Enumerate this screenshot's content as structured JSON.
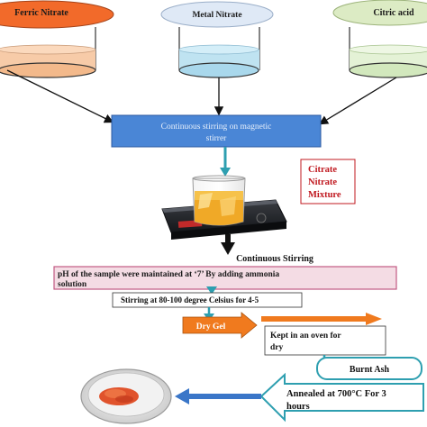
{
  "inputs": [
    {
      "id": "ferric",
      "label": "Ferric Nitrate",
      "color": "#f26a2a",
      "liquid": "#f7cba8"
    },
    {
      "id": "metal",
      "label": "Metal Nitrate",
      "color": "#dfe9f6",
      "liquid": "#bfe3f1"
    },
    {
      "id": "citric",
      "label": "Citric acid",
      "color": "#dcebc4",
      "liquid": "#e4f2d6"
    }
  ],
  "steps": {
    "stirring_box": "Continuous stirring on magnetic stirrer",
    "mixture_label": "Citrate Nitrate Mixture",
    "continuous_stirring": "Continuous Stirring",
    "ph_text": "pH of the sample were maintained at ‘7’ By adding ammonia solution",
    "stirring_temp": "Stirring at 80-100 degree Celsius for 4-5",
    "dry_gel": "Dry Gel",
    "oven": "Kept in an oven for dry",
    "burnt_ash": "Burnt Ash",
    "annealed": "Annealed at 700°C  For 3 hours"
  },
  "colors": {
    "blue_box": "#4a86d6",
    "mixture_red": "#c0181f",
    "ph_box_fill": "#f4dce4",
    "ph_box_border": "#c25a84",
    "orange_arrow": "#f07a1e",
    "teal_arrow": "#2e9fb0"
  }
}
